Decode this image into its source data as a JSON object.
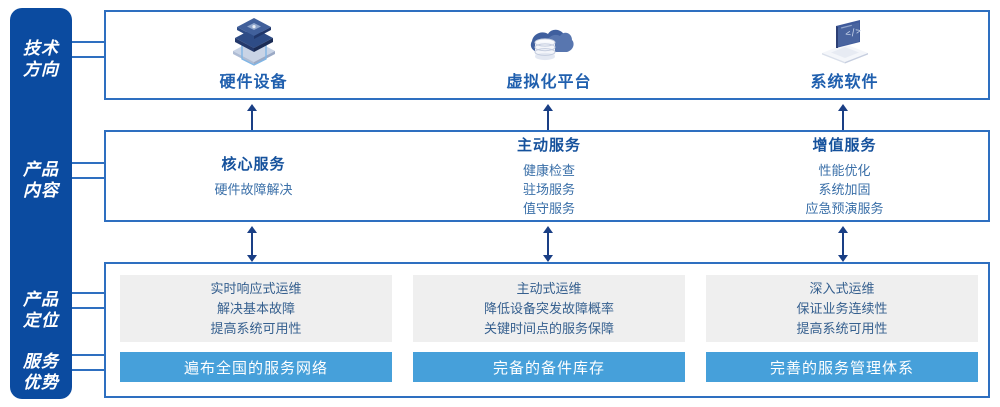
{
  "diagram": {
    "colors": {
      "sidebar_bg": "#0B4BA0",
      "panel_border": "#2E6FC0",
      "tech_label": "#1F5FAE",
      "content_title": "#15519C",
      "content_line": "#3A6FA8",
      "position_card_bg": "#EFEFEF",
      "advantage_card_bg": "#46A0DA",
      "arrow": "#1A3F85"
    }
  },
  "sidebar": {
    "items": [
      {
        "id": "tech-direction",
        "line1": "技术",
        "line2": "方向"
      },
      {
        "id": "product-content",
        "line1": "产品",
        "line2": "内容"
      },
      {
        "id": "product-position",
        "line1": "产品",
        "line2": "定位"
      },
      {
        "id": "service-advantage",
        "line1": "服务",
        "line2": "优势"
      }
    ]
  },
  "tech_directions": [
    {
      "icon": "server-stack-icon",
      "label": "硬件设备"
    },
    {
      "icon": "cloud-database-icon",
      "label": "虚拟化平台"
    },
    {
      "icon": "laptop-code-icon",
      "label": "系统软件"
    }
  ],
  "product_content": [
    {
      "title": "核心服务",
      "lines": [
        "硬件故障解决"
      ]
    },
    {
      "title": "主动服务",
      "lines": [
        "健康检查",
        "驻场服务",
        "值守服务"
      ]
    },
    {
      "title": "增值服务",
      "lines": [
        "性能优化",
        "系统加固",
        "应急预演服务"
      ]
    }
  ],
  "product_positions": [
    {
      "lines": [
        "实时响应式运维",
        "解决基本故障",
        "提高系统可用性"
      ]
    },
    {
      "lines": [
        "主动式运维",
        "降低设备突发故障概率",
        "关键时间点的服务保障"
      ]
    },
    {
      "lines": [
        "深入式运维",
        "保证业务连续性",
        "提高系统可用性"
      ]
    }
  ],
  "service_advantages": [
    {
      "label": "遍布全国的服务网络"
    },
    {
      "label": "完备的备件库存"
    },
    {
      "label": "完善的服务管理体系"
    }
  ]
}
